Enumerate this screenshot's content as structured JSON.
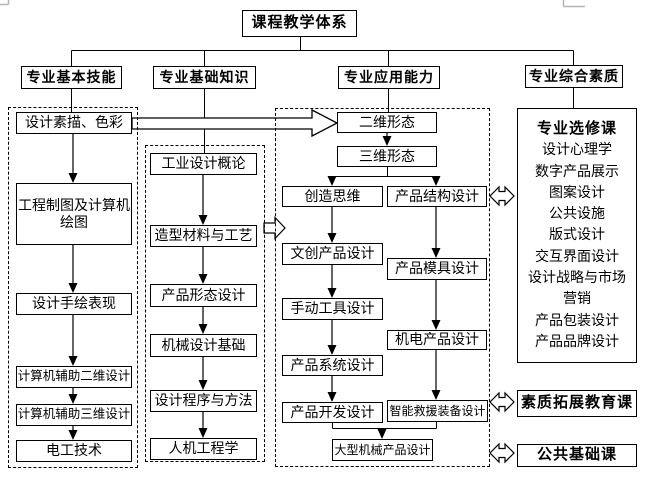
{
  "root_label": "课程教学体系",
  "branches": [
    {
      "label": "专业基本技能"
    },
    {
      "label": "专业基础知识"
    },
    {
      "label": "专业应用能力"
    },
    {
      "label": "专业综合素质"
    }
  ],
  "skills_column": {
    "items": [
      "设计素描、色彩",
      "工程制图及计算机绘图",
      "设计手绘表现",
      "计算机辅助二维设计",
      "计算机辅助三维设计",
      "电工技术"
    ]
  },
  "knowledge_column": {
    "items": [
      "工业设计概论",
      "造型材料与工艺",
      "产品形态设计",
      "机械设计基础",
      "设计程序与方法",
      "人机工程学"
    ]
  },
  "application_column": {
    "top_items": [
      "二维形态",
      "三维形态"
    ],
    "left_items": [
      "创造思维",
      "文创产品设计",
      "手动工具设计",
      "产品系统设计",
      "产品开发设计"
    ],
    "right_items": [
      "产品结构设计",
      "产品模具设计",
      "机电产品设计",
      "智能救援装备设计"
    ],
    "bottom_item": "大型机械产品设计"
  },
  "quality_column": {
    "elective_title": "专业选修课",
    "elective_items": [
      "设计心理学",
      "数字产品展示",
      "图案设计",
      "公共设施",
      "版式设计",
      "交互界面设计",
      "设计战略与市场营销",
      "产品包装设计",
      "产品品牌设计"
    ],
    "extension_course": "素质拓展教育课",
    "public_course": "公共基础课"
  },
  "colors": {
    "line": "#000000",
    "background": "#ffffff",
    "artifact": "#b4b4b4"
  }
}
